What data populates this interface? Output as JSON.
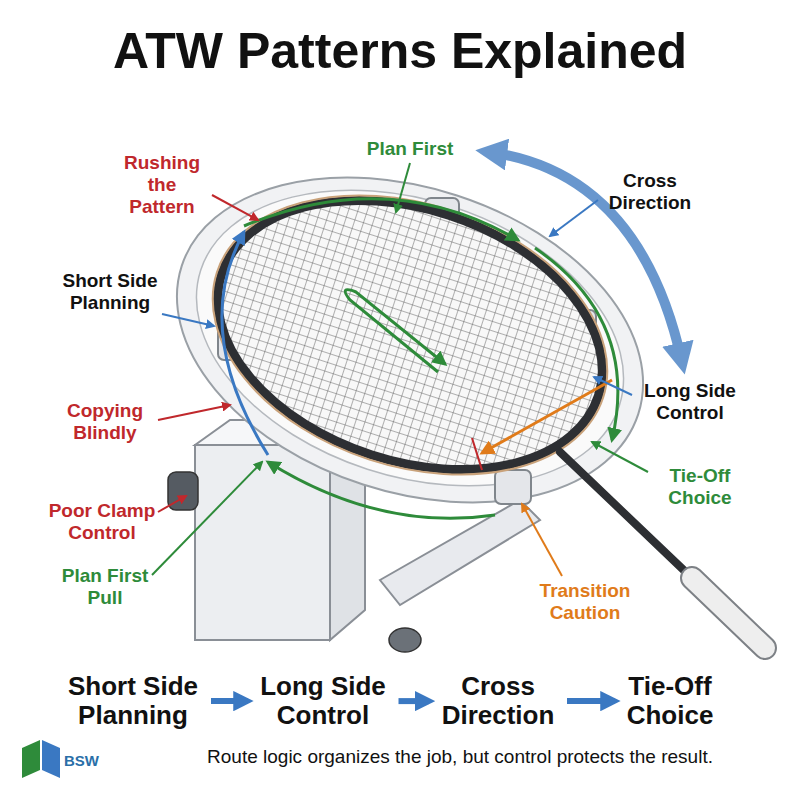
{
  "diagram": {
    "title": "ATW Patterns Explained",
    "caption": "Route logic organizes the job, but control protects the result.",
    "nodes": [
      {
        "text": [
          "Short Side Planning"
        ]
      },
      {
        "text": [
          "Long Side Control"
        ]
      },
      {
        "text": [
          "Cross Direction"
        ]
      },
      {
        "text": [
          "Tie-Off Choice"
        ]
      }
    ],
    "edges": [
      {
        "from": 0,
        "to": 1,
        "arrow": "to"
      },
      {
        "from": 1,
        "to": 2,
        "arrow": "to"
      },
      {
        "from": 2,
        "to": 3,
        "arrow": "to"
      }
    ],
    "labels": [
      "Rushing the Pattern",
      "Plan First",
      "Cross Direction",
      "Short Side Planning",
      "Long Side Control",
      "Copying Blindly",
      "Tie-Off Choice",
      "Poor Clamp Control",
      "Plan First Pull",
      "Transition Caution",
      "BSW"
    ]
  }
}
